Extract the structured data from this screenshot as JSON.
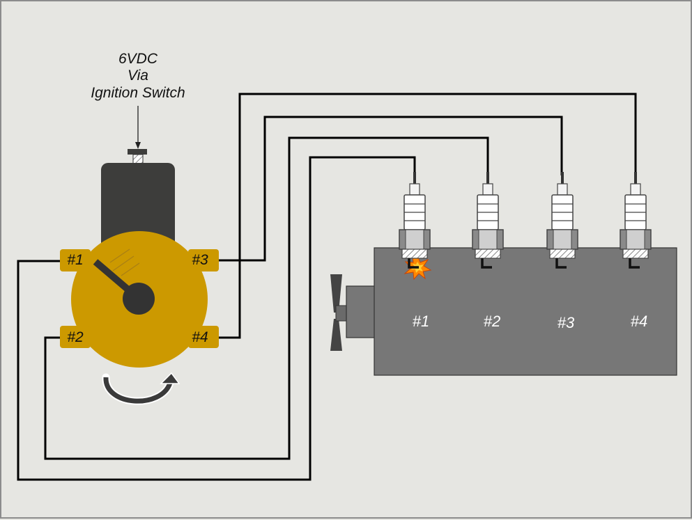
{
  "supply": {
    "line1": "6VDC",
    "line2": "Via",
    "line3": "Ignition Switch"
  },
  "distributor": {
    "terminals": [
      "#1",
      "#2",
      "#3",
      "#4"
    ]
  },
  "engine": {
    "cylinders": [
      "#1",
      "#2",
      "#3",
      "#4"
    ]
  },
  "icons": {
    "rotation": "curved-arrow-icon",
    "spark": "spark-flash-icon",
    "fan": "fan-blade-icon"
  },
  "colors": {
    "background": "#e6e6e2",
    "coil": "#3d3d3b",
    "distributor_cap": "#cc9900",
    "engine_block": "#777777",
    "wire": "#000000",
    "spark": "#ff8800"
  }
}
